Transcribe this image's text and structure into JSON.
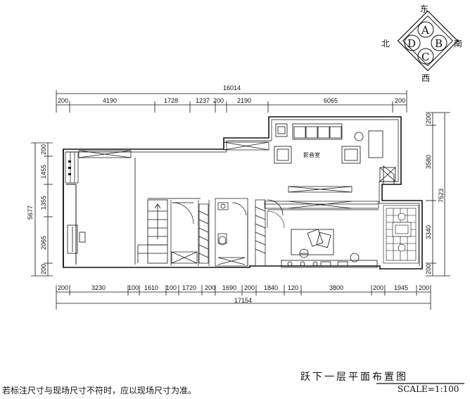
{
  "compass": {
    "north": "北",
    "south": "南",
    "east": "东",
    "west": "西",
    "letters": [
      "A",
      "B",
      "C",
      "D"
    ]
  },
  "dimensions": {
    "top_total": "16014",
    "top_segments": [
      "200",
      "4190",
      "1728",
      "1237",
      "200",
      "2190",
      "6065",
      "200"
    ],
    "bottom_segments": [
      "200",
      "3230",
      "100",
      "1610",
      "100",
      "1720",
      "200",
      "1690",
      "200",
      "1840",
      "120",
      "3800",
      "200",
      "1945",
      "200"
    ],
    "bottom_total": "17154",
    "left_total": "5677",
    "left_segments": [
      "200",
      "1455",
      "1355",
      "2065",
      "200"
    ],
    "right_total": "7523",
    "right_segments": [
      "200",
      "3580",
      "3340",
      "200"
    ]
  },
  "labels": {
    "av_room": "影音室"
  },
  "title": "跃下一层平面布置图",
  "scale": "SCALE=1:100",
  "note": "若标注尺寸与现场尺寸不符时，应以现场尺寸为准。"
}
